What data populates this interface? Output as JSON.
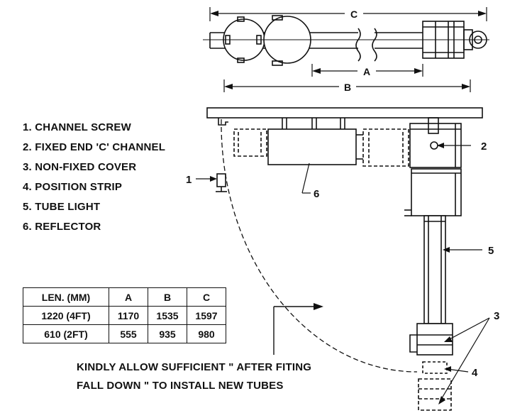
{
  "dimensions": {
    "a_label": "A",
    "b_label": "B",
    "c_label": "C"
  },
  "legend": {
    "items": [
      "1. CHANNEL SCREW",
      "2. FIXED END 'C' CHANNEL",
      "3. NON-FIXED COVER",
      "4. POSITION STRIP",
      "5. TUBE LIGHT",
      "6. REFLECTOR"
    ]
  },
  "callouts": {
    "n1": "1",
    "n2": "2",
    "n3": "3",
    "n4": "4",
    "n5": "5",
    "n6": "6"
  },
  "table": {
    "headers": [
      "LEN. (MM)",
      "A",
      "B",
      "C"
    ],
    "rows": [
      [
        "1220 (4FT)",
        "1170",
        "1535",
        "1597"
      ],
      [
        "610 (2FT)",
        "555",
        "935",
        "980"
      ]
    ]
  },
  "note": {
    "line1": "KINDLY ALLOW SUFFICIENT \" AFTER FITING",
    "line2": "FALL DOWN \" TO INSTALL NEW TUBES"
  }
}
